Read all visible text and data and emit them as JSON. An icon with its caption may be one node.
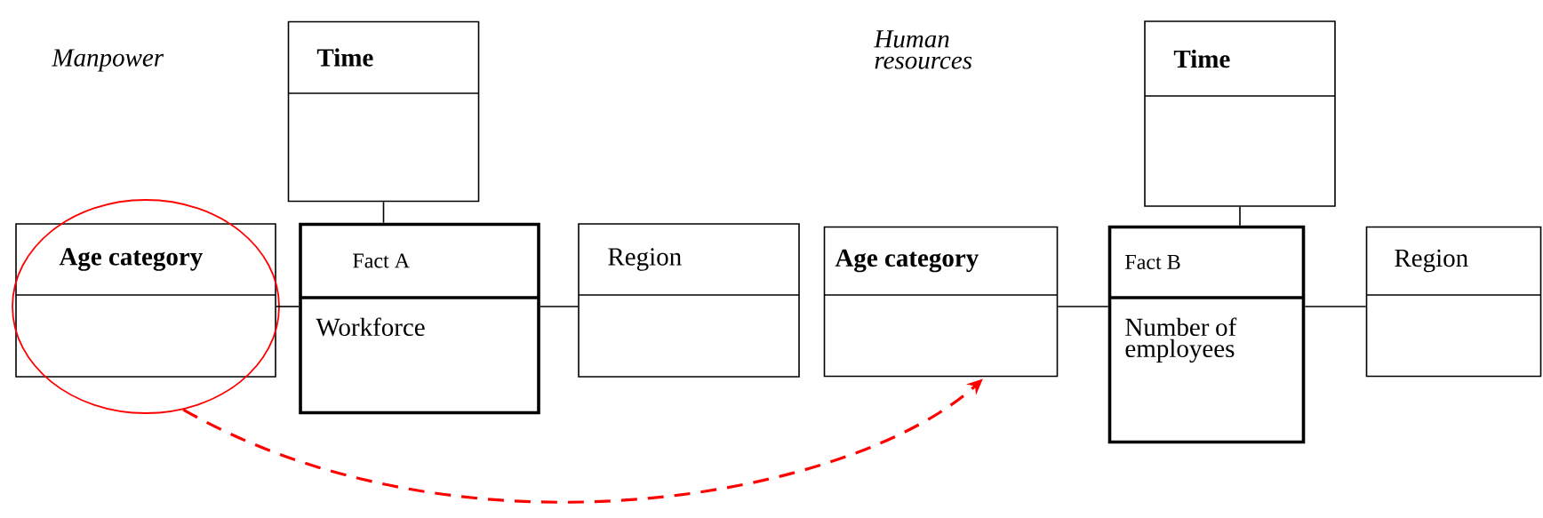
{
  "diagram": {
    "nodes": [
      {
        "text": [
          "Time"
        ]
      },
      {
        "text": [
          "Age category"
        ],
        "in": 8
      },
      {
        "text": [
          "Fact A",
          "Workforce"
        ]
      },
      {
        "text": [
          "Region"
        ]
      },
      {
        "text": [
          "Age category"
        ]
      },
      {
        "text": [
          "Time"
        ]
      },
      {
        "text": [
          "Fact B",
          "Number of employees"
        ]
      },
      {
        "text": [
          "Region"
        ]
      },
      {
        "text": [],
        "shape": "circle"
      }
    ],
    "edges": [
      {
        "from": 0,
        "to": 2,
        "arrow": "none"
      },
      {
        "from": 1,
        "to": 2,
        "arrow": "none"
      },
      {
        "from": 2,
        "to": 3,
        "arrow": "none"
      },
      {
        "from": 5,
        "to": 6,
        "arrow": "none"
      },
      {
        "from": 4,
        "to": 6,
        "arrow": "none"
      },
      {
        "from": 6,
        "to": 7,
        "arrow": "none"
      },
      {
        "from": 8,
        "to": 4,
        "arrow": "to",
        "style": "dashed",
        "color": "#ff0000"
      }
    ],
    "labels": [
      "Manpower",
      "Human resources"
    ]
  }
}
